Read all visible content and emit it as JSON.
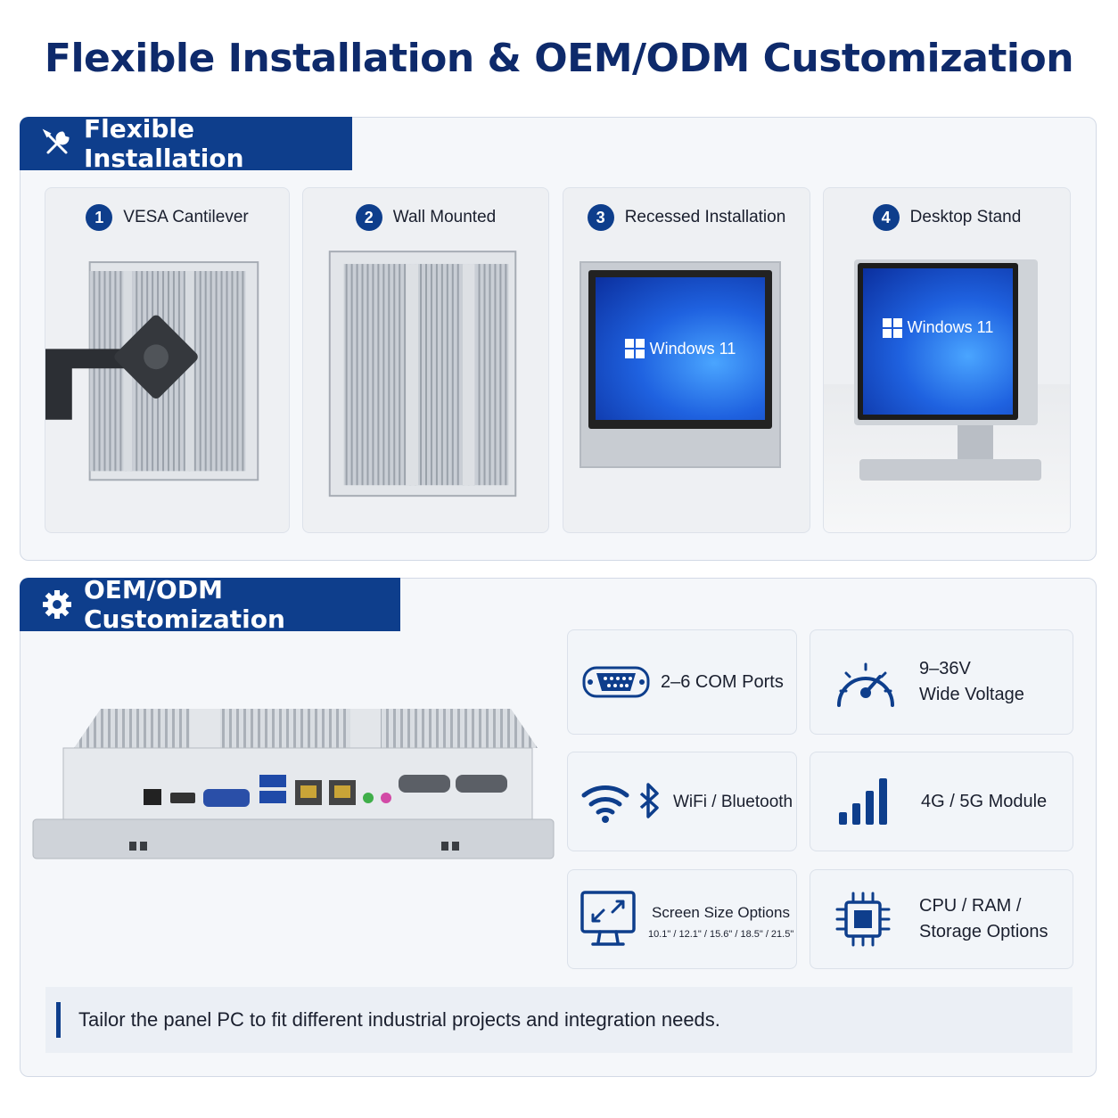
{
  "title": "Flexible Installation & OEM/ODM Customization",
  "installation": {
    "heading": "Flexible Installation",
    "icon": "tools-icon",
    "options": [
      {
        "number": "1",
        "label": "VESA Cantilever"
      },
      {
        "number": "2",
        "label": "Wall Mounted"
      },
      {
        "number": "3",
        "label": "Recessed Installation",
        "screen_text": "Windows 11"
      },
      {
        "number": "4",
        "label": "Desktop Stand",
        "screen_text": "Windows 11"
      }
    ]
  },
  "oem": {
    "heading": "OEM/ODM Customization",
    "icon": "gear-icon",
    "features": [
      {
        "icon": "serial-port-icon",
        "text": "2–6 COM Ports"
      },
      {
        "icon": "gauge-icon",
        "line1": "9–36V",
        "line2": "Wide Voltage"
      },
      {
        "icon": "wifi-bluetooth-icon",
        "text": "WiFi / Bluetooth"
      },
      {
        "icon": "signal-bars-icon",
        "text": "4G / 5G Module"
      },
      {
        "icon": "screen-resize-icon",
        "text": "Screen Size Options",
        "sub": "10.1\" / 12.1\" / 15.6\" / 18.5\" / 21.5\""
      },
      {
        "icon": "chip-icon",
        "line1": "CPU / RAM /",
        "line2": "Storage Options"
      }
    ],
    "tagline": "Tailor the panel PC to fit different industrial projects and integration needs."
  },
  "colors": {
    "brand": "#0e3e8c",
    "title": "#0e2a6b",
    "card_bg": "#f2f5f9",
    "border": "#d3dae6"
  }
}
